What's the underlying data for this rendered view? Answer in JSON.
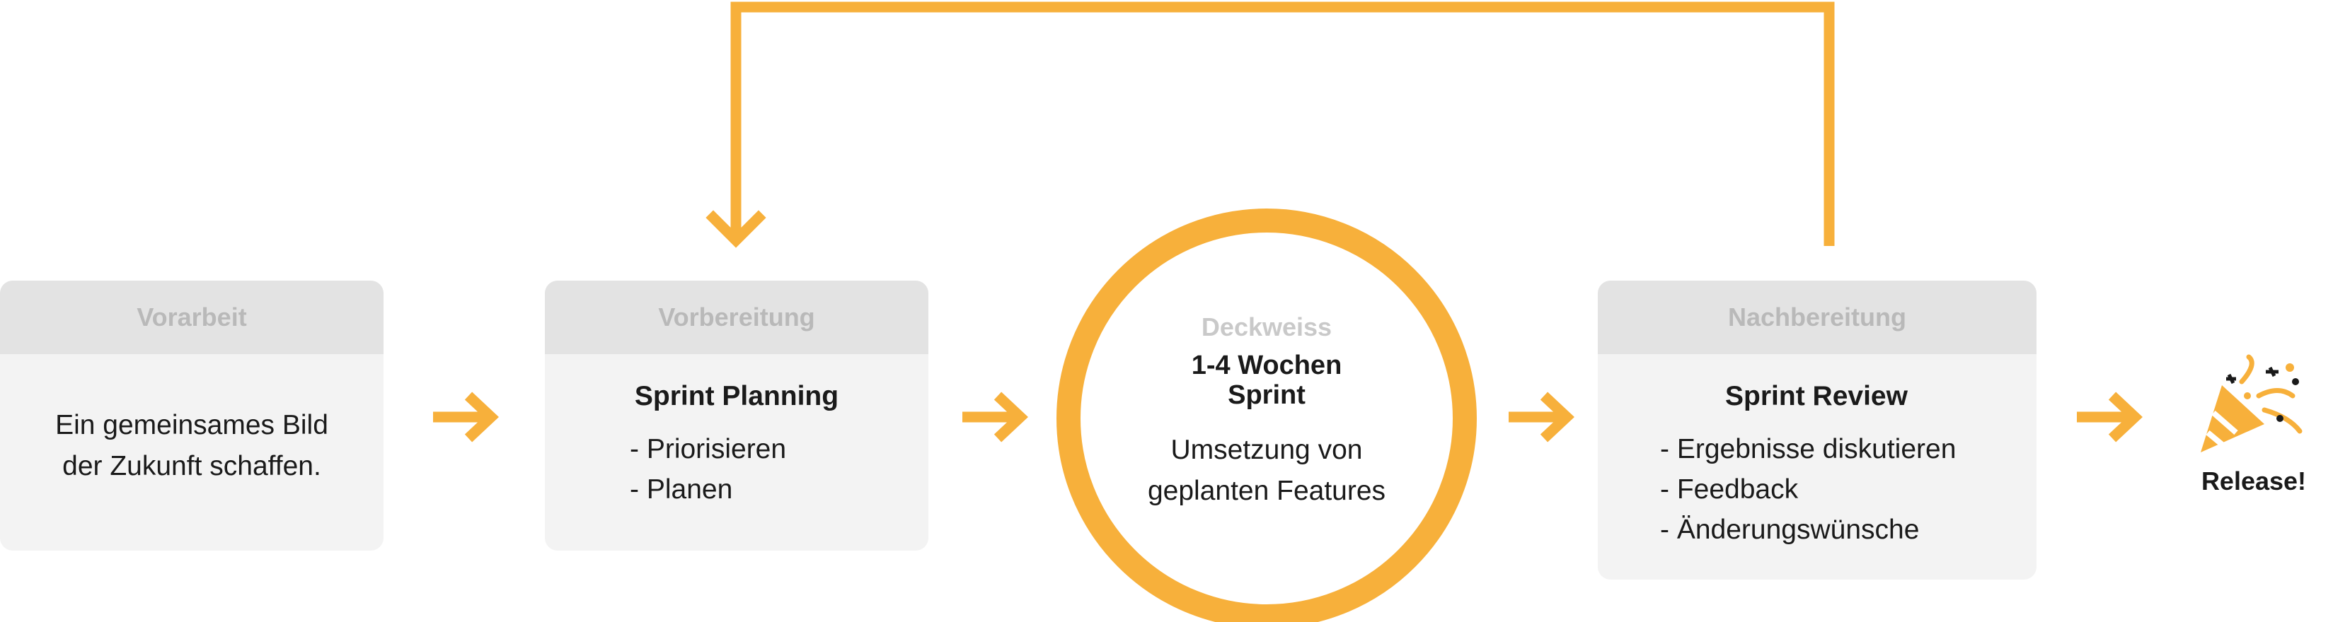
{
  "colors": {
    "accent": "#f7b03b",
    "card_bg": "#f3f3f3",
    "card_header_bg": "#e3e3e3",
    "header_text": "#b9b9b9"
  },
  "stages": {
    "vorarbeit": {
      "header": "Vorarbeit",
      "desc_line1": "Ein gemeinsames Bild",
      "desc_line2": "der Zukunft schaffen."
    },
    "vorbereitung": {
      "header": "Vorbereitung",
      "title": "Sprint Planning",
      "items": [
        "Priorisieren",
        "Planen"
      ]
    },
    "sprint": {
      "header": "Deckweiss",
      "title_line1": "1-4 Wochen",
      "title_line2": "Sprint",
      "desc_line1": "Umsetzung von",
      "desc_line2": "geplanten Features"
    },
    "nachbereitung": {
      "header": "Nachbereitung",
      "title": "Sprint Review",
      "items": [
        "Ergebnisse diskutieren",
        "Feedback",
        "Änderungswünsche"
      ]
    }
  },
  "release": {
    "label": "Release!",
    "icon": "party-popper-icon"
  }
}
